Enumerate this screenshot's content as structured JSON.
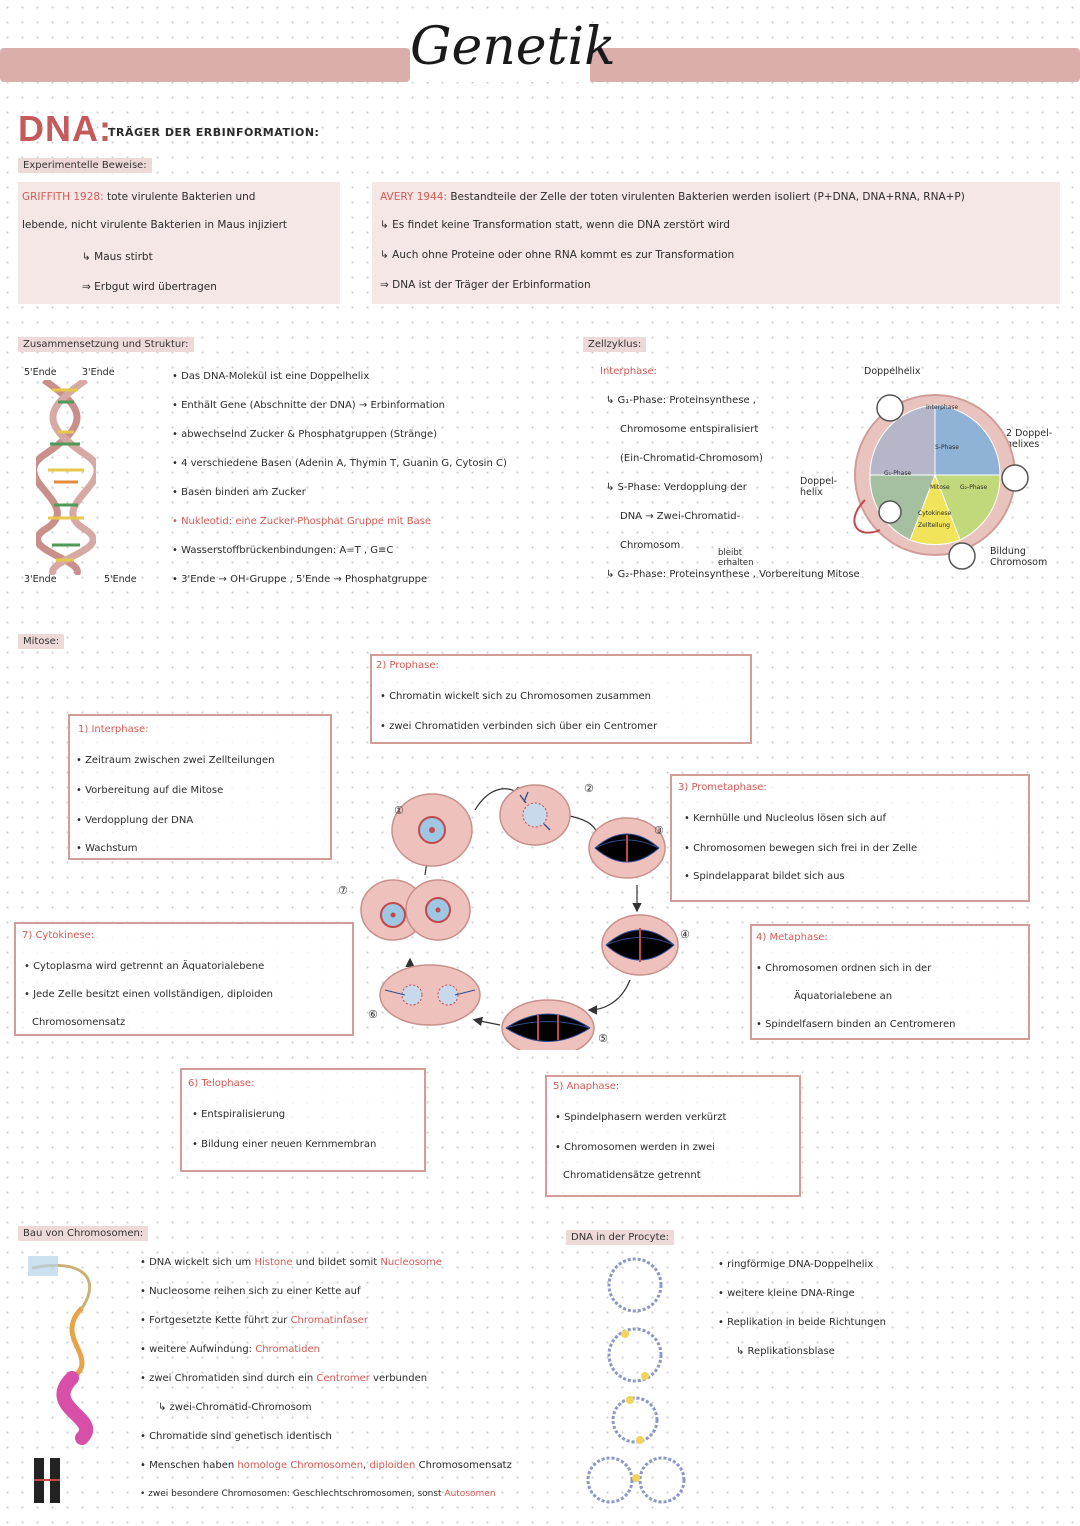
{
  "title": "Genetik",
  "dna_header": {
    "title": "DNA:",
    "subtitle": "TRÄGER DER ERBINFORMATION:"
  },
  "evidence": {
    "tag": "Experimentelle Beweise:",
    "griffith": {
      "label": "GRIFFITH 1928:",
      "lines": [
        "tote virulente Bakterien und",
        "lebende, nicht virulente Bakterien in Maus injiziert",
        "↳ Maus stirbt",
        "⇒ Erbgut wird übertragen"
      ]
    },
    "avery": {
      "label": "AVERY 1944:",
      "lines": [
        "Bestandteile der Zelle der toten virulenten Bakterien werden isoliert (P+DNA, DNA+RNA, RNA+P)",
        "↳ Es findet keine Transformation statt, wenn die DNA zerstört wird",
        "↳ Auch ohne Proteine oder ohne RNA kommt es zur Transformation",
        "⇒ DNA ist der Träger der Erbinformation"
      ]
    }
  },
  "structure": {
    "tag": "Zusammensetzung und Struktur:",
    "labels": {
      "tl": "5'Ende",
      "tr": "3'Ende",
      "bl": "3'Ende",
      "br": "5'Ende"
    },
    "lines": [
      "Das DNA-Molekül ist eine Doppelhelix",
      "Enthält Gene (Abschnitte der DNA) → Erbinformation",
      "abwechselnd Zucker & Phosphatgruppen (Stränge)",
      "4 verschiedene Basen (Adenin A, Thymin T, Guanin G, Cytosin C)",
      "Basen binden am Zucker",
      "Nukleotid: eine Zucker-Phosphat Gruppe mit Base",
      "Wasserstoffbrückenbindungen: A=T , G≡C",
      "3'Ende → OH-Gruppe , 5'Ende → Phosphatgruppe"
    ]
  },
  "cycle": {
    "tag": "Zellzyklus:",
    "interphase": "Interphase:",
    "lines": [
      "↳ G₁-Phase: Proteinsynthese ,",
      "Chromosome entspiralisiert",
      "(Ein-Chromatid-Chromosom)",
      "↳ S-Phase: Verdopplung der",
      "DNA → Zwei-Chromatid-",
      "Chromosom",
      "↳ G₂-Phase: Proteinsynthese , Vorbereitung Mitose"
    ],
    "bleibt": "bleibt erhalten",
    "diagram": {
      "top": "Doppelhelix",
      "left": "Doppel-helix",
      "right": "2 Doppel-helixes",
      "bottom_right": "Bildung Chromosom",
      "segments": {
        "interphase": "Interphase",
        "s": "S-Phase",
        "g1": "G₁-Phase",
        "g2": "G₂-Phase",
        "mitose": "Mitose",
        "cytokinese": "Cytokinese",
        "teilung": "Zellteilung"
      }
    }
  },
  "mitosis": {
    "tag": "Mitose:",
    "interphase": {
      "title": "1) Interphase:",
      "lines": [
        "Zeitraum zwischen zwei Zellteilungen",
        "Vorbereitung auf die Mitose",
        "Verdopplung der DNA",
        "Wachstum"
      ]
    },
    "prophase": {
      "title": "2) Prophase:",
      "lines": [
        "Chromatin wickelt sich zu Chromosomen zusammen",
        "zwei Chromatiden verbinden sich über ein Centromer"
      ]
    },
    "prometaphase": {
      "title": "3) Prometaphase:",
      "lines": [
        "Kernhülle und Nucleolus lösen sich auf",
        "Chromosomen bewegen sich frei in der Zelle",
        "Spindelapparat bildet sich aus"
      ]
    },
    "metaphase": {
      "title": "4) Metaphase:",
      "lines": [
        "Chromosomen ordnen sich in der",
        "Äquatorialebene an",
        "Spindelfasern binden an Centromeren"
      ]
    },
    "anaphase": {
      "title": "5) Anaphase:",
      "lines": [
        "Spindelphasern werden verkürzt",
        "Chromosomen werden in zwei",
        "Chromatidensätze getrennt"
      ]
    },
    "telophase": {
      "title": "6) Telophase:",
      "lines": [
        "Entspiralisierung",
        "Bildung einer neuen Kernmembran"
      ]
    },
    "cytokinese": {
      "title": "7) Cytokinese:",
      "lines": [
        "Cytoplasma wird getrennt an Äquatorialebene",
        "Jede Zelle besitzt einen vollständigen, diploiden",
        "Chromosomensatz"
      ]
    },
    "numbers": [
      "①",
      "②",
      "③",
      "④",
      "⑤",
      "⑥",
      "⑦"
    ]
  },
  "chromosome": {
    "tag": "Bau von Chromosomen:",
    "lines": [
      {
        "pre": "DNA wickelt sich um ",
        "hl": "Histone",
        "mid": " und bildet somit ",
        "hl2": "Nucleosome"
      },
      {
        "pre": "Nucleosome reihen sich zu einer Kette auf",
        "hl": "",
        "mid": "",
        "hl2": ""
      },
      {
        "pre": "Fortgesetzte Kette führt zur ",
        "hl": "Chromatinfaser",
        "mid": "",
        "hl2": ""
      },
      {
        "pre": "weitere Aufwindung: ",
        "hl": "Chromatiden",
        "mid": "",
        "hl2": ""
      },
      {
        "pre": "zwei Chromatiden sind durch ein ",
        "hl": "Centromer",
        "mid": " verbunden",
        "hl2": ""
      },
      {
        "pre": "↳ zwei-Chromatid-Chromosom",
        "hl": "",
        "mid": "",
        "hl2": ""
      },
      {
        "pre": "Chromatide sind genetisch identisch",
        "hl": "",
        "mid": "",
        "hl2": ""
      },
      {
        "pre": "Menschen haben ",
        "hl": "homologe Chromosomen",
        "mid": ", ",
        "hl2": "diploiden",
        "post": " Chromosomensatz"
      },
      {
        "pre": "zwei besondere Chromosomen: Geschlechtschromosomen, sonst ",
        "hl": "Autosomen",
        "mid": "",
        "hl2": ""
      }
    ]
  },
  "prokaryote": {
    "tag": "DNA in der Procyte:",
    "lines": [
      "ringförmige DNA-Doppelhelix",
      "weitere kleine DNA-Ringe",
      "Replikation in beide Richtungen",
      "↳ Replikationsblase"
    ]
  }
}
